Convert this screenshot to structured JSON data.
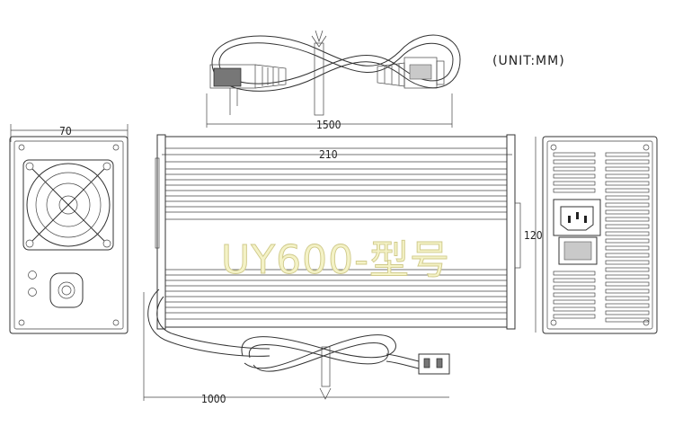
{
  "unit_label": "(UNIT:MM)",
  "dimensions": {
    "power_cord_length": "1500",
    "body_length": "210",
    "end_width": "70",
    "height": "120",
    "output_cable_length": "1000"
  },
  "model_label": "UY600-型号"
}
